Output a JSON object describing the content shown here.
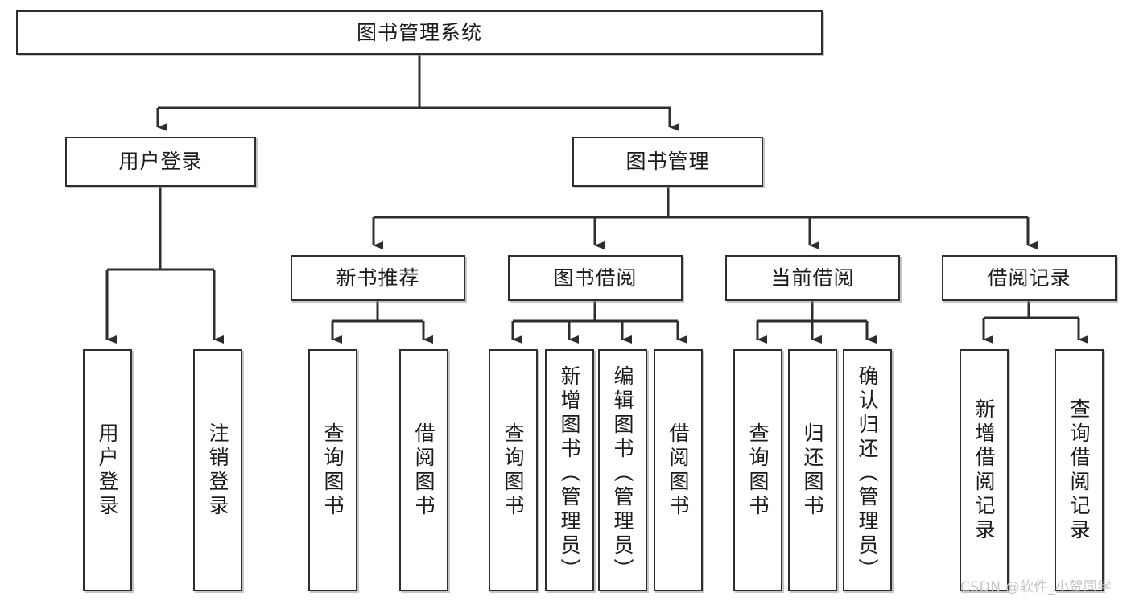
{
  "diagram": {
    "title": "图书管理系统",
    "type": "hierarchy-tree",
    "levels": 4,
    "nodes": {
      "root": {
        "label": "图书管理系统"
      },
      "level2": [
        {
          "id": "user-login",
          "label": "用户登录"
        },
        {
          "id": "book-management",
          "label": "图书管理"
        }
      ],
      "level3": [
        {
          "id": "new-book-recommend",
          "label": "新书推荐",
          "parent": "book-management"
        },
        {
          "id": "book-borrow",
          "label": "图书借阅",
          "parent": "book-management"
        },
        {
          "id": "current-borrow",
          "label": "当前借阅",
          "parent": "book-management"
        },
        {
          "id": "borrow-record",
          "label": "借阅记录",
          "parent": "book-management"
        }
      ],
      "leaves": [
        {
          "id": "leaf-user-login",
          "label": "用户登录",
          "parent": "user-login"
        },
        {
          "id": "leaf-logout",
          "label": "注销登录",
          "parent": "user-login"
        },
        {
          "id": "leaf-query-book-1",
          "label": "查询图书",
          "parent": "new-book-recommend"
        },
        {
          "id": "leaf-borrow-book-1",
          "label": "借阅图书",
          "parent": "new-book-recommend"
        },
        {
          "id": "leaf-query-book-2",
          "label": "查询图书",
          "parent": "book-borrow"
        },
        {
          "id": "leaf-add-book",
          "label": "新增图书（管理员）",
          "parent": "book-borrow"
        },
        {
          "id": "leaf-edit-book",
          "label": "编辑图书（管理员）",
          "parent": "book-borrow"
        },
        {
          "id": "leaf-borrow-book-2",
          "label": "借阅图书",
          "parent": "book-borrow"
        },
        {
          "id": "leaf-query-book-3",
          "label": "查询图书",
          "parent": "current-borrow"
        },
        {
          "id": "leaf-return-book",
          "label": "归还图书",
          "parent": "current-borrow"
        },
        {
          "id": "leaf-confirm-return",
          "label": "确认归还（管理员）",
          "parent": "current-borrow"
        },
        {
          "id": "leaf-add-record",
          "label": "新增借阅记录",
          "parent": "borrow-record"
        },
        {
          "id": "leaf-query-record",
          "label": "查询借阅记录",
          "parent": "borrow-record"
        }
      ]
    },
    "watermark": "CSDN @软件_小贺同学",
    "colors": {
      "box_border": "#2e2e2e",
      "box_fill": "#ffffff",
      "text": "#1b1b1b",
      "edge": "#2e2e2e",
      "watermark": "#c6c6c6",
      "background": "#ffffff"
    }
  }
}
